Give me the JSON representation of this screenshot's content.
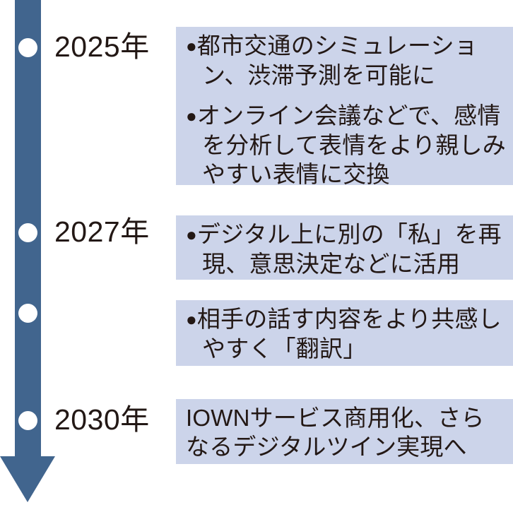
{
  "diagram": {
    "type": "vertical-timeline",
    "axis": {
      "color": "#41658e",
      "direction": "downward-arrow",
      "markers": [
        {
          "id": "marker-2025",
          "year_label": "2025年"
        },
        {
          "id": "marker-2027",
          "year_label": "2027年"
        },
        {
          "id": "marker-unlabeled",
          "year_label": ""
        },
        {
          "id": "marker-2030",
          "year_label": "2030年"
        }
      ]
    },
    "box_color": "#ccd4ea",
    "text_color": "#231815",
    "bullet_glyph": "●",
    "rows": [
      {
        "id": "row-2025",
        "year_label": "2025年",
        "items": [
          {
            "marker": true,
            "lines": [
              "都市交通のシミュレーション、",
              "渋滞予測を可能に"
            ]
          },
          {
            "marker": true,
            "lines": [
              "オンライン会議などで、感情を",
              "分析して表情をより親しみや",
              "すい表情に交換"
            ]
          }
        ]
      },
      {
        "id": "row-2027",
        "year_label": "2027年",
        "items": [
          {
            "marker": true,
            "lines": [
              "デジタル上に別の「私」を再現、",
              "意思決定などに活用"
            ]
          }
        ]
      },
      {
        "id": "row-unlabeled",
        "year_label": "",
        "items": [
          {
            "marker": true,
            "lines": [
              "相手の話す内容をより共感し",
              "やすく「翻訳」"
            ]
          }
        ]
      },
      {
        "id": "row-2030",
        "year_label": "2030年",
        "items": [
          {
            "marker": false,
            "lines": [
              "IOWNサービス商用化、さらな",
              "るデジタルツイン実現へ"
            ]
          }
        ]
      }
    ]
  }
}
